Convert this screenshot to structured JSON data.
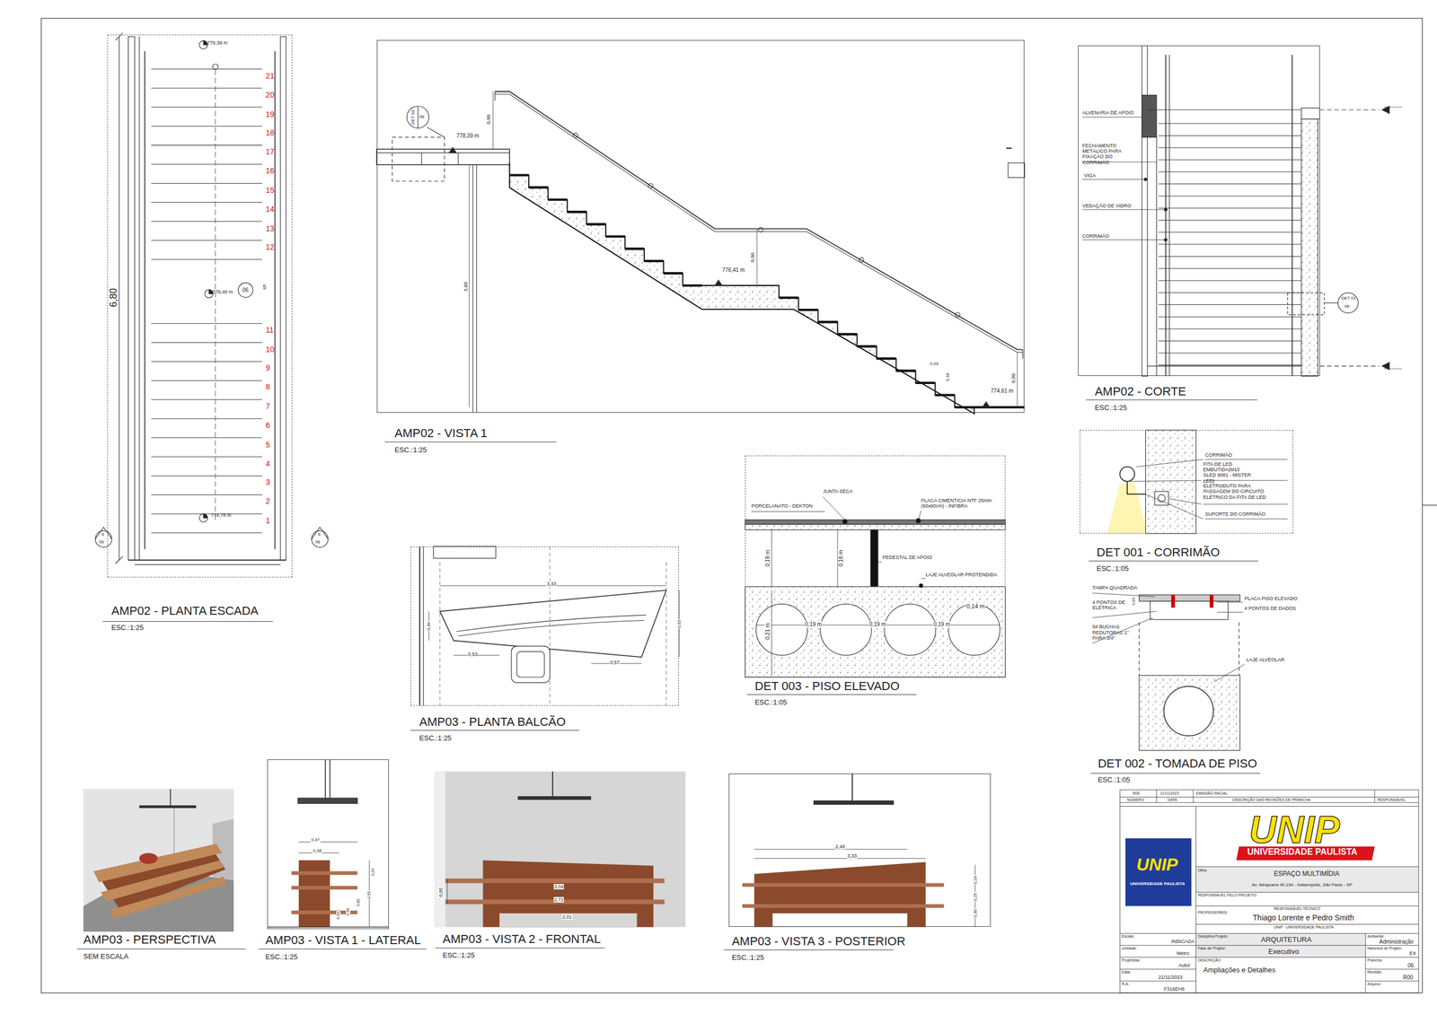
{
  "diagram": {
    "nodes": [
      {
        "text": [
          "AMP02 - PLANTA ESCADA",
          "ESC.:1:25"
        ]
      },
      {
        "text": [
          "AMP02 - VISTA 1",
          "ESC.:1:25"
        ]
      },
      {
        "text": [
          "AMP02 - CORTE",
          "ESC.:1:25"
        ]
      },
      {
        "text": [
          "DET 001 - CORRIMÃO",
          "ESC.:1:05"
        ]
      },
      {
        "text": [
          "AMP03 - PLANTA BALCÃO",
          "ESC.:1:25"
        ]
      },
      {
        "text": [
          "DET 003 - PISO ELEVADO",
          "ESC.:1:05"
        ]
      },
      {
        "text": [
          "AMP03 - PERSPECTIVA",
          "SEM ESCALA"
        ]
      },
      {
        "text": [
          "AMP03 - VISTA 1 - LATERAL",
          "ESC.:1:25"
        ]
      },
      {
        "text": [
          "AMP03 - VISTA 2 - FRONTAL",
          "ESC.:1:25"
        ]
      },
      {
        "text": [
          "AMP03 - VISTA 3 - POSTERIOR",
          "ESC.:1:25"
        ]
      }
    ],
    "labels": [
      "778,39 m",
      "21",
      "20",
      "19",
      "18",
      "17",
      "16",
      "15",
      "14",
      "13",
      "12",
      "776,40 m",
      "06",
      "5",
      "11",
      "10",
      "9",
      "8",
      "7",
      "6",
      "5",
      "4",
      "3",
      "2",
      "1",
      "774,78 m",
      "6,80",
      "6",
      "06",
      "6",
      "06",
      "DET 03",
      "06",
      "778,39 m",
      "0,90",
      "3,60",
      "0,90",
      "776,41 m",
      "0,03",
      "0,18",
      "0,90",
      "774,61 m",
      "ALVENARIA DE APOIO",
      "FECHAMENTO METÁLICO PARA FIXAÇÃO DO CORRIMÃO",
      "VIGA",
      "VEDAÇÃO DE VIDRO",
      "CORRIMÃO",
      "DET 01",
      "06",
      "CORRIMÃO",
      "FITA DE LED EMBUTIDA(M10 SLED 9081 - MISTER LED)",
      "ELETRODUTO PARA PASSAGEM DO CIRCUITO ELÉTRICO DA FITA DE LED",
      "SUPORTE DO CORRIMÃO",
      "TAMPA QUADRADA",
      "4 PONTOS DE ELÉTRICA",
      "0,04",
      "PLACA PISO ELEVADO",
      "4 PONTOS DE DADOS",
      "04 BUCHAS REDUTORAS 1\" PARA 3/4\"",
      "LAJE ALVEOLAR",
      "DET 002 - TOMADA DE PISO",
      "ESC.:1:05",
      "JUNTA SECA",
      "PORCELANATO - DEKTON",
      "PLACA CIMENTICIA NTF 25mm (60x60cm) - INFIBRA",
      "0,19 m",
      "0,16 m",
      "PEDESTAL DE APOIO",
      "LAJE ALVEOLAR PROTENDIDA",
      "0,21 m",
      "0,19 m",
      "0,19 m",
      "0,19 m",
      "0,14 m",
      "3,33",
      "0,49",
      "0,63",
      "0,53",
      "0,57",
      "0,47",
      "0,38",
      "0,24",
      "0,95",
      "0,80",
      "0,40",
      "0,34",
      "3,04",
      "2,72",
      "2,01",
      "0,95",
      "2,49",
      "3,33",
      "0,24",
      "0,25",
      "0,30",
      "R00",
      "21/11/2023",
      "EMISSÃO INICIAL",
      "NÚMERO",
      "DATA",
      "DESCRIÇÃO DAS REVISÕES DE PRANCHA",
      "RESPONSÁVEL",
      "UNIP",
      "UNIVERSIDADE PAULISTA",
      "UNIP",
      "UNIVERSIDADE PAULISTA",
      "Obra:",
      "ESPAÇO MULTIMÍDIA",
      "Av. Ibirapuera 40-154 - Indianópolis, São Paulo - SP",
      "RESPONSÁVEL PELO PROJETO:",
      "RESPONSÁVEL TÉCNICO",
      "PROFESSORES:",
      "Thiago Lorente e Pedro Smith",
      "UNIP - UNIVERSIDADE PAULISTA",
      "Escala:",
      "INDICADA",
      "Unidade:",
      "Metro",
      "Projetistas:",
      "Autor",
      "Data:",
      "21/11/2023",
      "R.A.:",
      "F316EH6",
      "Disciplina Projeto:",
      "ARQUITETURA",
      "Fase de Projeto:",
      "Executivo",
      "DESCRIÇÃO:",
      "Ampliações e Detalhes",
      "Ambiente:",
      "Administração",
      "Natureza do Projeto:",
      "EX",
      "Prancha:",
      "06",
      "Revisão:",
      "R00",
      "Arquivo:"
    ]
  }
}
